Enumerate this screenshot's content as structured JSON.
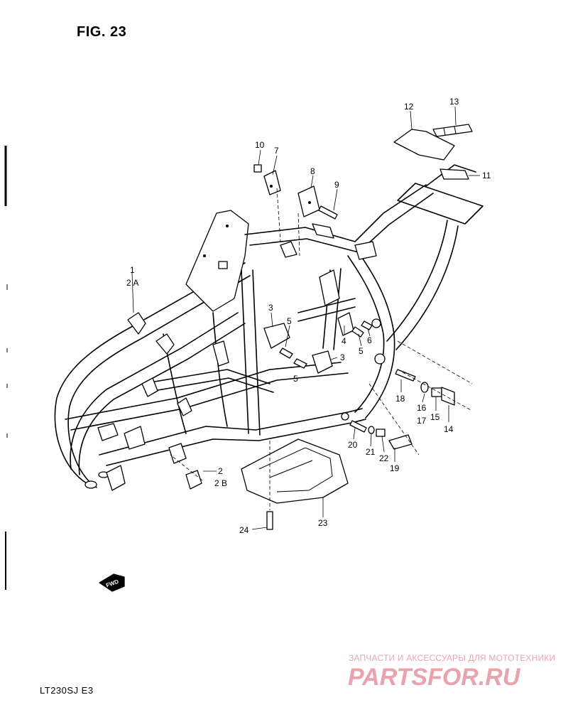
{
  "figure": {
    "title": "FIG. 23"
  },
  "model": {
    "code": "LT230SJ E3"
  },
  "watermark": {
    "subtitle": "ЗАПЧАСТИ И АКСЕССУАРЫ ДЛЯ МОТОТЕХНИКИ",
    "logo": "PARTSFOR.RU"
  },
  "direction_marker": {
    "label": "FWD"
  },
  "callouts": {
    "c1": "1",
    "c2A": "2 A",
    "c2": "2",
    "c2B": "2 B",
    "c3a": "3",
    "c3b": "3",
    "c4": "4",
    "c5a": "5",
    "c5b": "5",
    "c5c": "5",
    "c6": "6",
    "c7": "7",
    "c8": "8",
    "c9": "9",
    "c10": "10",
    "c11": "11",
    "c12": "12",
    "c13": "13",
    "c14": "14",
    "c15": "15",
    "c16": "16",
    "c17": "17",
    "c18": "18",
    "c19": "19",
    "c20": "20",
    "c21": "21",
    "c22": "22",
    "c23": "23",
    "c24": "24"
  },
  "colors": {
    "lines": "#000000",
    "background": "#ffffff",
    "watermark": "#e8a3ad"
  }
}
